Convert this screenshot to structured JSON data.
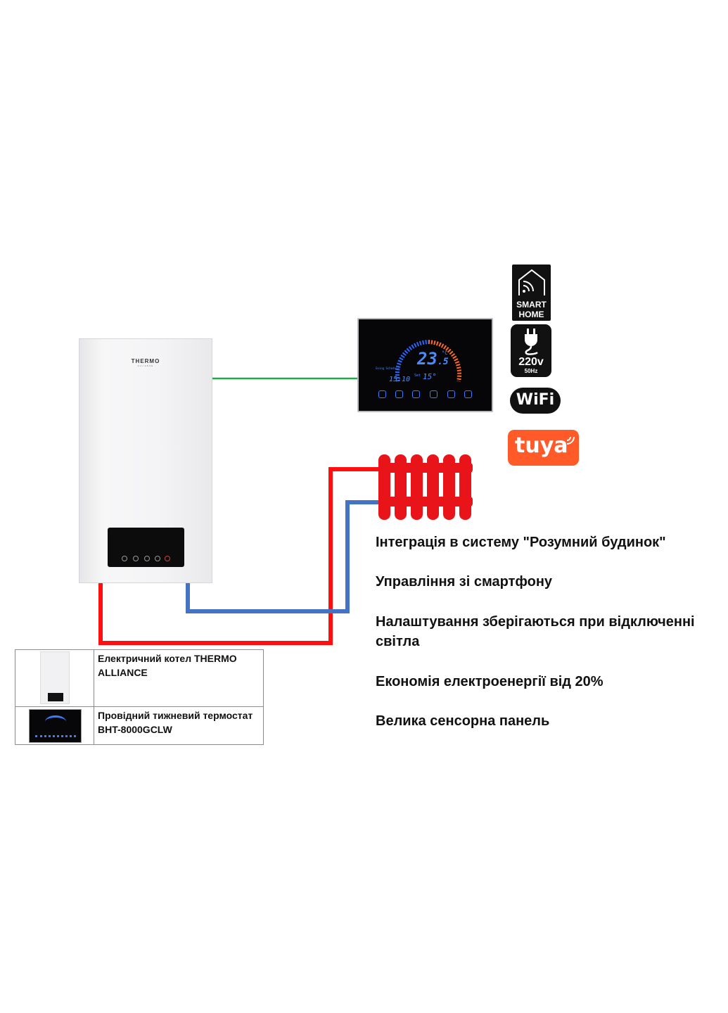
{
  "boiler": {
    "brand": "THERMO",
    "brand_sub": "ALLIANCE"
  },
  "thermostat": {
    "temp_main": "23",
    "temp_decimal": ".5",
    "unit": "°C",
    "time": "15:10",
    "set_label": "Set",
    "set_temp": "15°",
    "schedule_label": "Going Schedule"
  },
  "badges": {
    "smart_home": [
      "SMART",
      "HOME"
    ],
    "voltage": "220v",
    "frequency": "50Hz",
    "wifi": "WiFi",
    "tuya": "tuya"
  },
  "features": [
    "Інтеграція в систему \"Розумний будинок\"",
    "Управління зі смартфону",
    "Налаштування зберігаються при відключенні світла",
    "Економія електроенергії від 20%",
    "Велика сенсорна панель"
  ],
  "legend": [
    {
      "label": "Електричний котел THERMO ALLIANCE"
    },
    {
      "label": "Провідний тижневий термостат BHT-8000GCLW"
    }
  ],
  "colors": {
    "supply_pipe": "#ff0f0f",
    "return_pipe": "#4472c4",
    "signal_wire": "#22aa44",
    "radiator": "#e8141a",
    "tuya_orange": "#ff5a28",
    "display_blue": "#3b7cff"
  }
}
